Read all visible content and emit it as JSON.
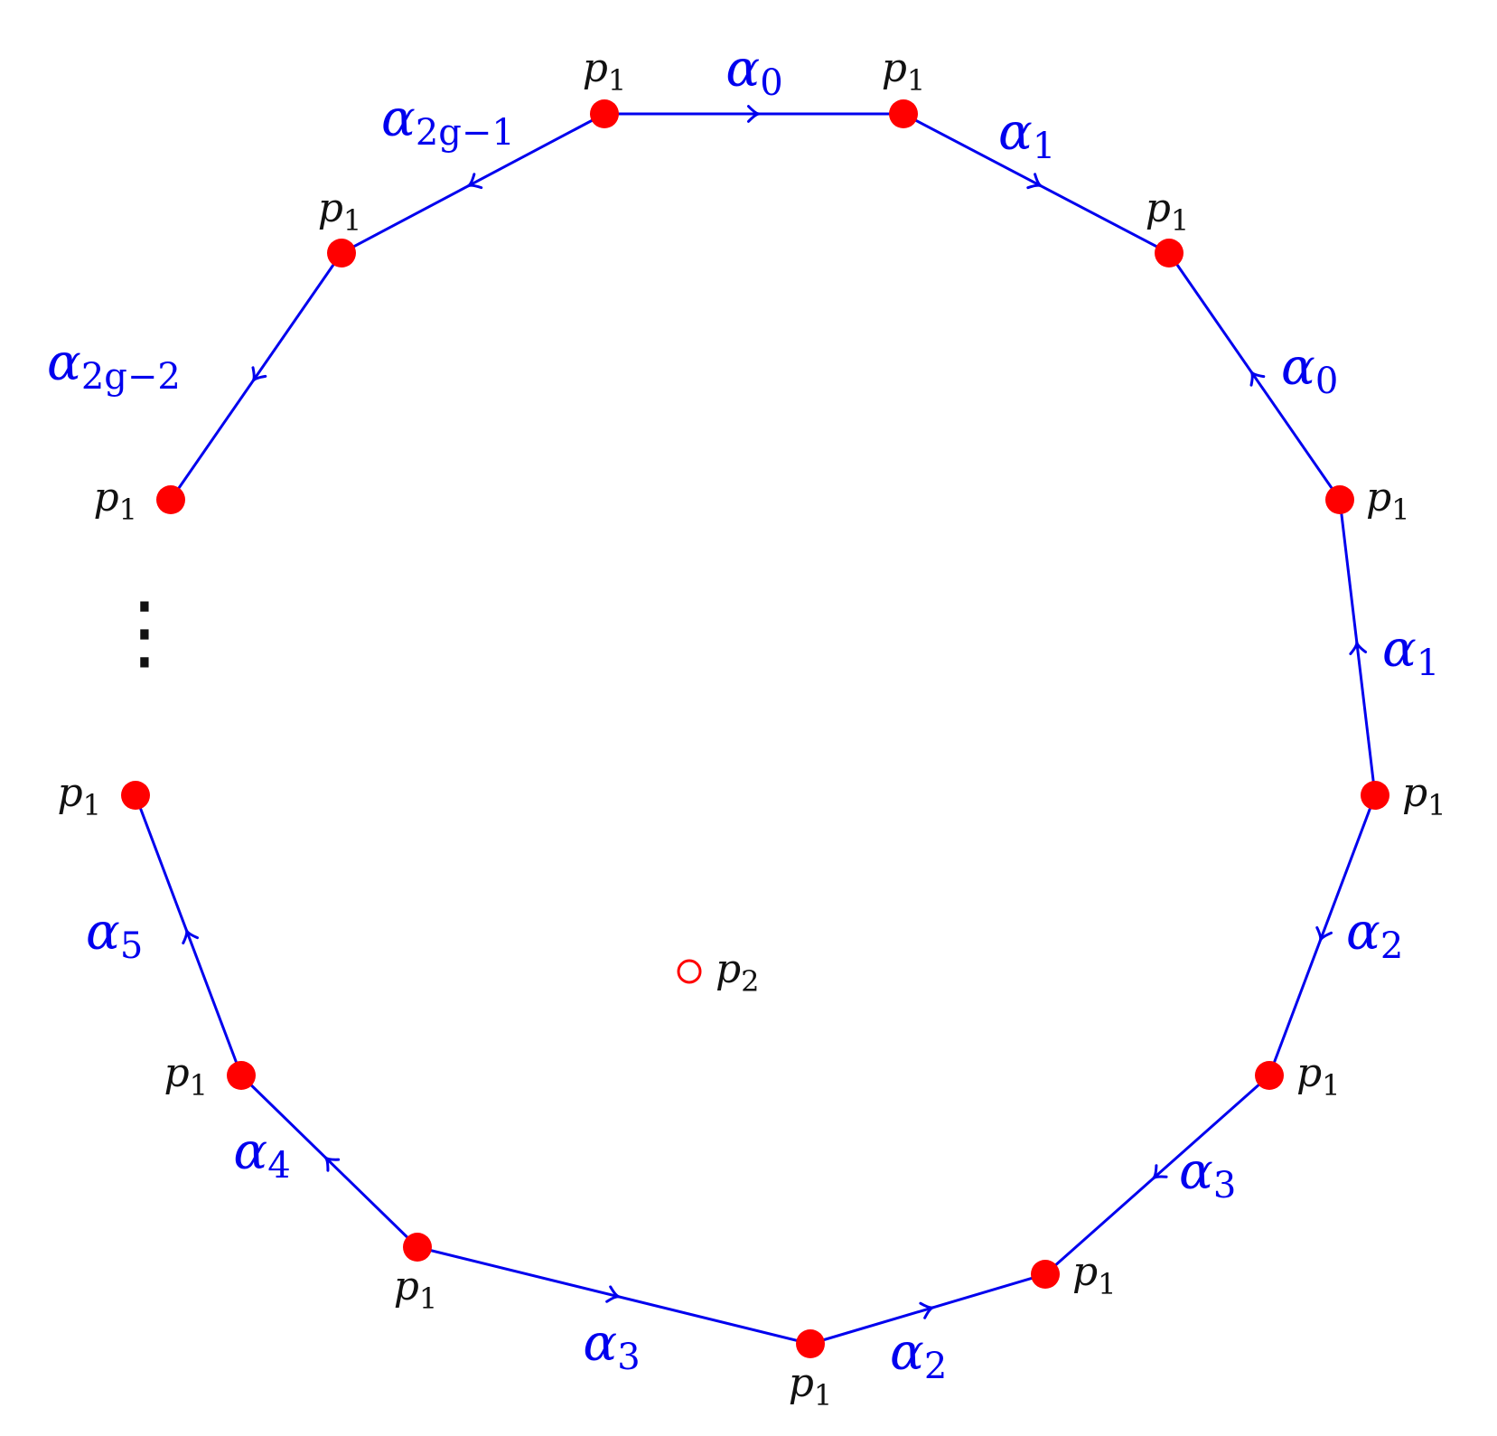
{
  "colors": {
    "edge": "#0000ee",
    "vertex": "#ff0000",
    "center": "#ff0000",
    "text": "#111111"
  },
  "vertex_label": {
    "base": "p",
    "sub": "1"
  },
  "center_label": {
    "base": "p",
    "sub": "2"
  },
  "ellipsis": "⋮",
  "edges": [
    {
      "id": "top",
      "base": "α",
      "sub": "0"
    },
    {
      "id": "top-right",
      "base": "α",
      "sub": "1"
    },
    {
      "id": "right-upper",
      "base": "α",
      "sub": "0"
    },
    {
      "id": "right",
      "base": "α",
      "sub": "1"
    },
    {
      "id": "right-lower",
      "base": "α",
      "sub": "2"
    },
    {
      "id": "lower-right",
      "base": "α",
      "sub": "3"
    },
    {
      "id": "bottom-right",
      "base": "α",
      "sub": "2"
    },
    {
      "id": "bottom-left",
      "base": "α",
      "sub": "3"
    },
    {
      "id": "lower-left",
      "base": "α",
      "sub": "4"
    },
    {
      "id": "left-lower",
      "base": "α",
      "sub": "5"
    },
    {
      "id": "left-upper",
      "base": "α",
      "sub": "2g−2"
    },
    {
      "id": "top-left",
      "base": "α",
      "sub": "2g−1"
    }
  ]
}
